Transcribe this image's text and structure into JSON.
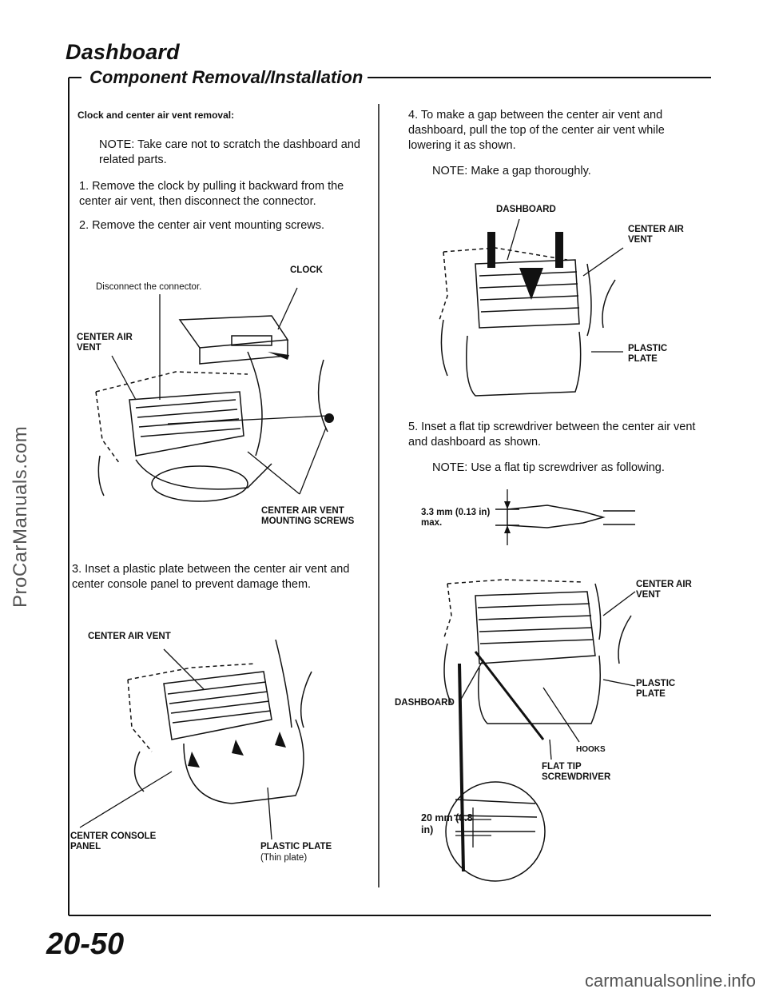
{
  "header": {
    "title": "Dashboard",
    "subtitle": "Component Removal/Installation"
  },
  "left": {
    "heading": "Clock and center air vent removal:",
    "note1": "NOTE: Take care not to scratch the dashboard and related parts.",
    "step1": "1. Remove the clock by pulling it backward from the center air vent, then disconnect the connector.",
    "step2": "2. Remove the center air vent mounting screws.",
    "fig1": {
      "clock": "CLOCK",
      "disconnect": "Disconnect the connector.",
      "vent": "CENTER AIR VENT",
      "screws": "CENTER AIR VENT MOUNTING SCREWS"
    },
    "step3": "3. Inset a plastic plate between the center air vent and center console panel to prevent damage them.",
    "fig2": {
      "vent": "CENTER AIR VENT",
      "console": "CENTER CONSOLE PANEL",
      "plate": "PLASTIC PLATE",
      "plate_note": "(Thin plate)"
    }
  },
  "right": {
    "step4": "4. To make a gap between the center air vent and dashboard, pull the top of the center air vent while lowering it as shown.",
    "note4": "NOTE: Make a gap thoroughly.",
    "fig3": {
      "dashboard": "DASHBOARD",
      "vent": "CENTER AIR VENT",
      "plate": "PLASTIC PLATE"
    },
    "step5": "5. Inset a flat tip screwdriver between the center air vent and dashboard as shown.",
    "note5": "NOTE: Use a flat tip screwdriver as following.",
    "fig4": {
      "dim": "3.3 mm (0.13 in) max."
    },
    "fig5": {
      "vent": "CENTER AIR VENT",
      "plate": "PLASTIC PLATE",
      "dashboard": "DASHBOARD",
      "hooks": "HOOKS",
      "screwdriver": "FLAT TIP SCREWDRIVER",
      "dim": "20 mm (0.8 in)"
    }
  },
  "footer": {
    "page": "20-50",
    "watermark_side": "ProCarManuals.com",
    "watermark_bottom": "carmanualsonline.info"
  }
}
